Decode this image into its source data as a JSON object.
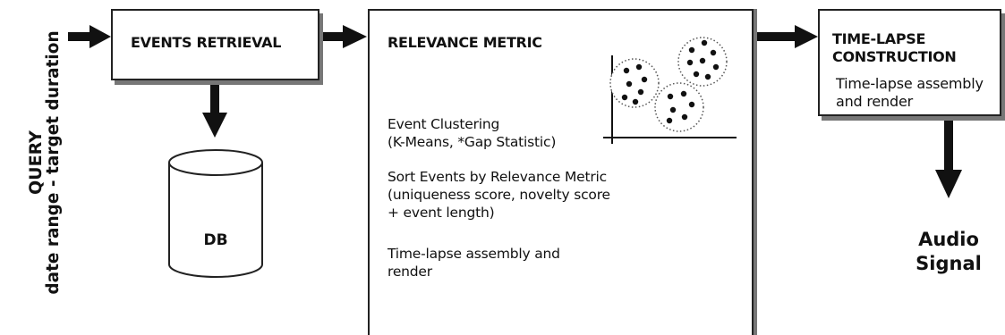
{
  "query": {
    "label": "QUERY",
    "params": "date range - target duration"
  },
  "events_retrieval": {
    "title": "EVENTS RETRIEVAL"
  },
  "database": {
    "label": "DB"
  },
  "relevance_metric": {
    "title": "RELEVANCE METRIC",
    "clustering_line1": "Event Clustering",
    "clustering_line2": "(K-Means, *Gap Statistic)",
    "sort_line1": "Sort Events by Relevance Metric",
    "sort_line2": "(uniqueness score, novelty score",
    "sort_line3": "+ event length)",
    "assembly_line1": "Time-lapse assembly and",
    "assembly_line2": "render"
  },
  "timelapse_construction": {
    "title_line1": "TIME-LAPSE",
    "title_line2": "CONSTRUCTION",
    "body_line1": "Time-lapse assembly",
    "body_line2": "and render"
  },
  "output": {
    "line1": "Audio",
    "line2": "Signal"
  },
  "colors": {
    "stroke": "#222222",
    "shadow": "#777777",
    "arrow": "#111111",
    "background": "#ffffff"
  }
}
